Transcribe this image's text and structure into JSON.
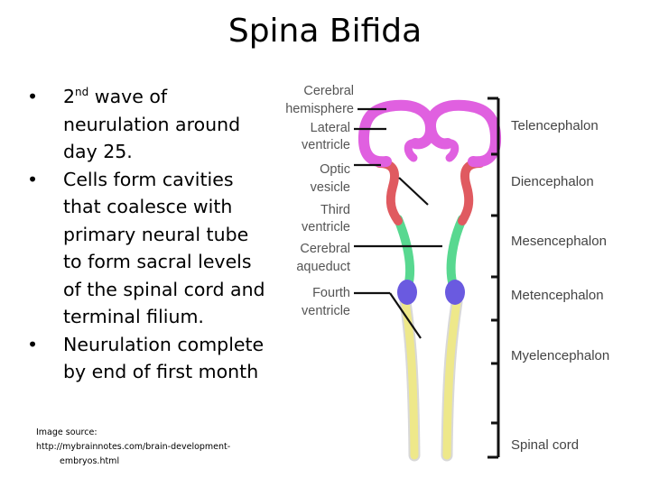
{
  "title": "Spina Bifida",
  "bullets": [
    {
      "lead": "2",
      "sup": "nd",
      "rest": " wave of neurulation around day 25."
    },
    {
      "text": "Cells form cavities that coalesce with primary neural tube to form sacral levels of the spinal cord and terminal filium."
    },
    {
      "text": "Neurulation complete by end of first month"
    }
  ],
  "source": {
    "label": "Image source:",
    "url_line1": "http://mybrainnotes.com/brain-development-",
    "url_line2": "embryos.html"
  },
  "diagram": {
    "left_labels": {
      "cerebral": "Cerebral",
      "hemisphere": "hemisphere",
      "lateral": "Lateral",
      "ventricle1": "ventricle",
      "optic": "Optic",
      "vesicle": "vesicle",
      "third": "Third",
      "ventricle2": "ventricle",
      "cerebral2": "Cerebral",
      "aqueduct": "aqueduct",
      "fourth": "Fourth",
      "ventricle3": "ventricle"
    },
    "right_labels": {
      "telencephalon": "Telencephalon",
      "diencephalon": "Diencephalon",
      "mesencephalon": "Mesencephalon",
      "metencephalon": "Metencephalon",
      "myelencephalon": "Myelencephalon",
      "spinal_cord": "Spinal cord"
    },
    "colors": {
      "telencephalon": "#e060e0",
      "diencephalon": "#e05a60",
      "mesencephalon": "#58d890",
      "metencephalon": "#6a5ae0",
      "myelencephalon": "#eee88a",
      "outline": "#d8d8d8",
      "ruler": "#111111"
    }
  }
}
